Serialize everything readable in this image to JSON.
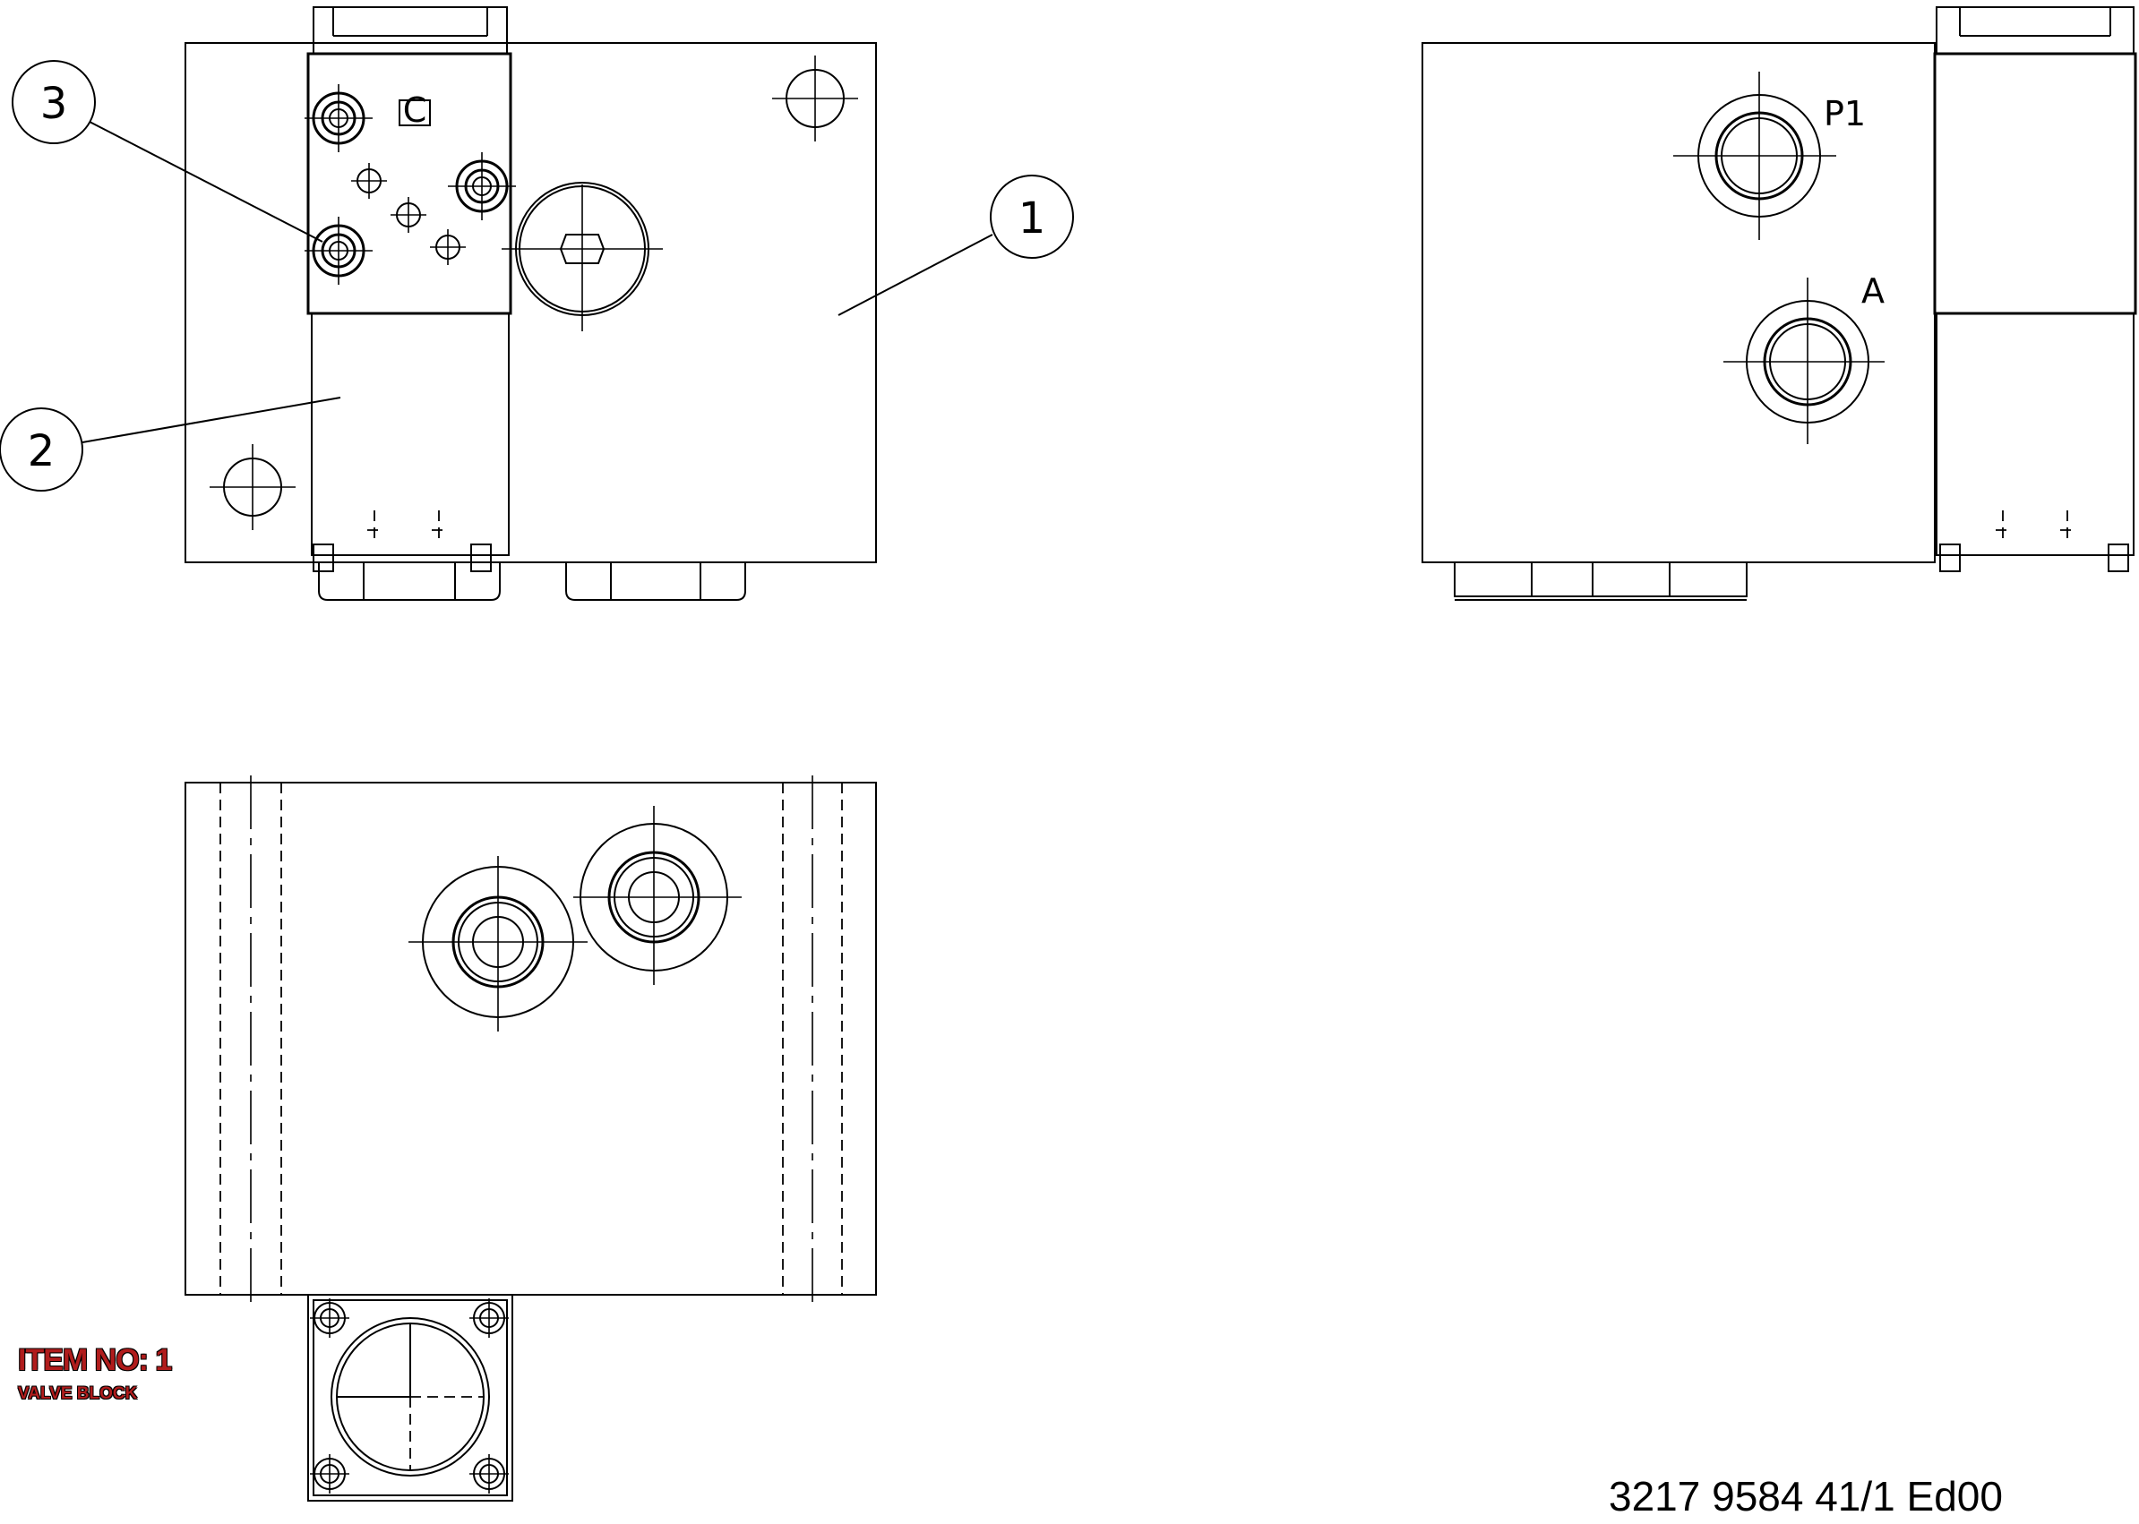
{
  "views": {
    "front": {
      "balloons": [
        "1",
        "2",
        "3"
      ],
      "cartridge_marking": "C"
    },
    "side": {
      "port_p1": "P1",
      "port_a": "A"
    }
  },
  "item_label": {
    "title": "ITEM NO: 1",
    "subtitle": "VALVE BLOCK",
    "color": "#b01c1c"
  },
  "document_number": "3217 9584 41/1  Ed00"
}
